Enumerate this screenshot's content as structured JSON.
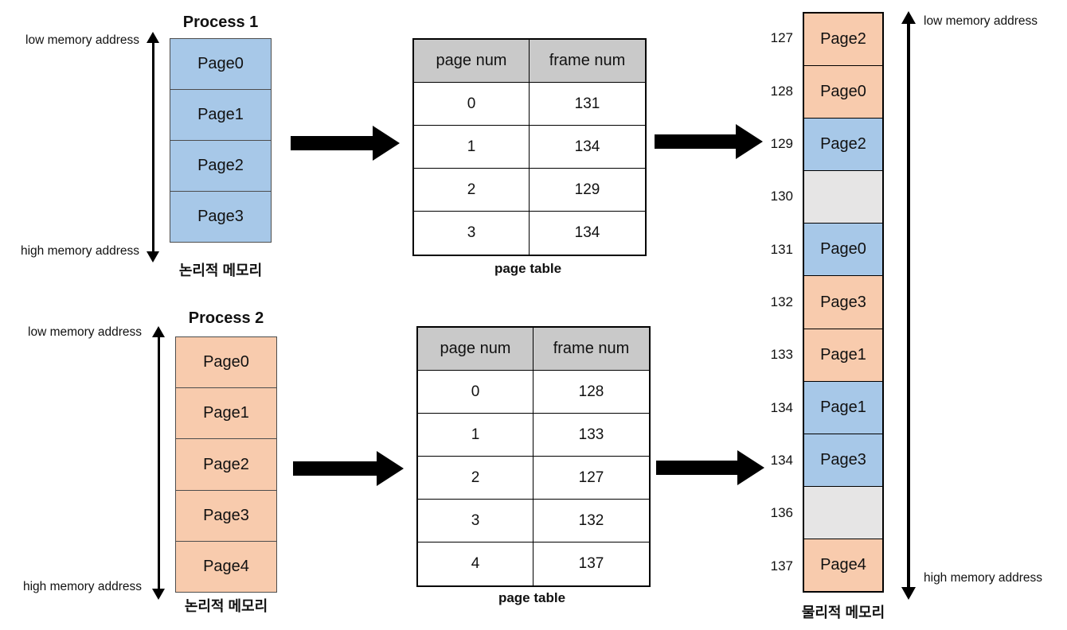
{
  "colors": {
    "p1": "#A7C8E8",
    "p2": "#F8CBAD",
    "empty": "#E6E5E5",
    "table_header": "#C9C9C9"
  },
  "icons": {
    "flow_arrow": "black-right-block-arrow",
    "range_arrow": "black-vertical-double-headed-arrow"
  },
  "process1": {
    "title": "Process 1",
    "pages": [
      "Page0",
      "Page1",
      "Page2",
      "Page3"
    ],
    "caption": "논리적 메모리",
    "low_label": "low memory address",
    "high_label": "high memory address"
  },
  "page_table1": {
    "headers": [
      "page num",
      "frame num"
    ],
    "rows": [
      [
        "0",
        "131"
      ],
      [
        "1",
        "134"
      ],
      [
        "2",
        "129"
      ],
      [
        "3",
        "134"
      ]
    ],
    "caption": "page table"
  },
  "process2": {
    "title": "Process 2",
    "pages": [
      "Page0",
      "Page1",
      "Page2",
      "Page3",
      "Page4"
    ],
    "caption": "논리적 메모리",
    "low_label": "low memory address",
    "high_label": "high memory address"
  },
  "page_table2": {
    "headers": [
      "page num",
      "frame num"
    ],
    "rows": [
      [
        "0",
        "128"
      ],
      [
        "1",
        "133"
      ],
      [
        "2",
        "127"
      ],
      [
        "3",
        "132"
      ],
      [
        "4",
        "137"
      ]
    ],
    "caption": "page table"
  },
  "physical": {
    "caption": "물리적 메모리",
    "low_label": "low memory address",
    "high_label": "high memory address",
    "frames": [
      {
        "addr": "127",
        "label": "Page2",
        "type": "p2"
      },
      {
        "addr": "128",
        "label": "Page0",
        "type": "p2"
      },
      {
        "addr": "129",
        "label": "Page2",
        "type": "p1"
      },
      {
        "addr": "130",
        "label": "",
        "type": "empty"
      },
      {
        "addr": "131",
        "label": "Page0",
        "type": "p1"
      },
      {
        "addr": "132",
        "label": "Page3",
        "type": "p2"
      },
      {
        "addr": "133",
        "label": "Page1",
        "type": "p2"
      },
      {
        "addr": "134",
        "label": "Page1",
        "type": "p1"
      },
      {
        "addr": "134",
        "label": "Page3",
        "type": "p1"
      },
      {
        "addr": "136",
        "label": "",
        "type": "empty"
      },
      {
        "addr": "137",
        "label": "Page4",
        "type": "p2"
      }
    ]
  }
}
